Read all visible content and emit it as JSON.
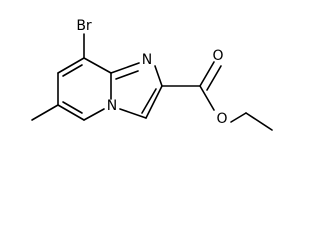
{
  "molecule": {
    "atoms": {
      "br": "Br",
      "n_ring_top": "N",
      "n_ring_bridge": "N",
      "o_carbonyl": "O",
      "o_ester": "O"
    }
  }
}
